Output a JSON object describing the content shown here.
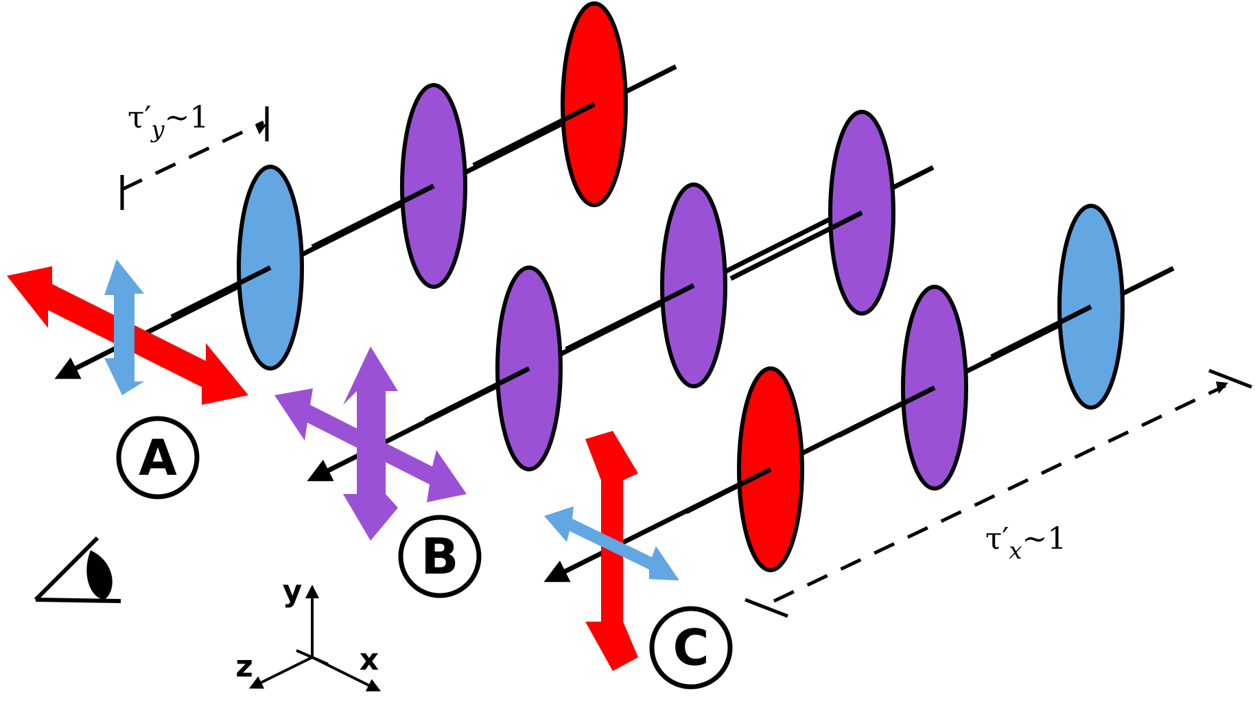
{
  "colors": {
    "red": "#ff0000",
    "purple": "#9b51d6",
    "blue": "#62a6e2",
    "outline": "#000000"
  },
  "labels": {
    "a": "A",
    "b": "B",
    "c": "C"
  },
  "axes": {
    "y": "y",
    "x": "x",
    "z": "z"
  },
  "tau_y": {
    "main": "τ′",
    "sub": "y",
    "tail": "~1"
  },
  "tau_x": {
    "main": "τ′",
    "sub": "x",
    "tail": "~1"
  },
  "icons": {
    "eye": "eye-icon"
  }
}
